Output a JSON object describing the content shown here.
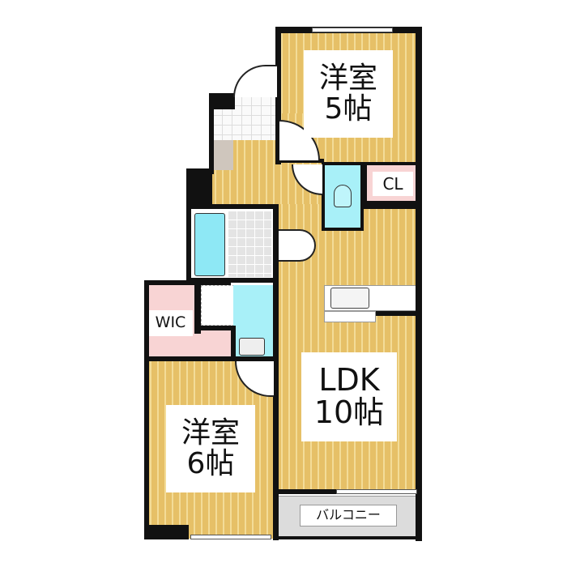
{
  "rooms": {
    "western_5": {
      "name": "洋室",
      "size": "5帖"
    },
    "western_6": {
      "name": "洋室",
      "size": "6帖"
    },
    "ldk": {
      "name": "LDK",
      "size": "10帖"
    },
    "closet": {
      "name": "CL"
    },
    "wic": {
      "name": "WIC"
    },
    "balcony": {
      "name": "バルコニー"
    }
  },
  "colors": {
    "floor": "#e6c067",
    "wet": "#a8f0f8",
    "storage": "#f8d4d4",
    "balcony": "#dcdcdc",
    "wall": "#111111"
  }
}
